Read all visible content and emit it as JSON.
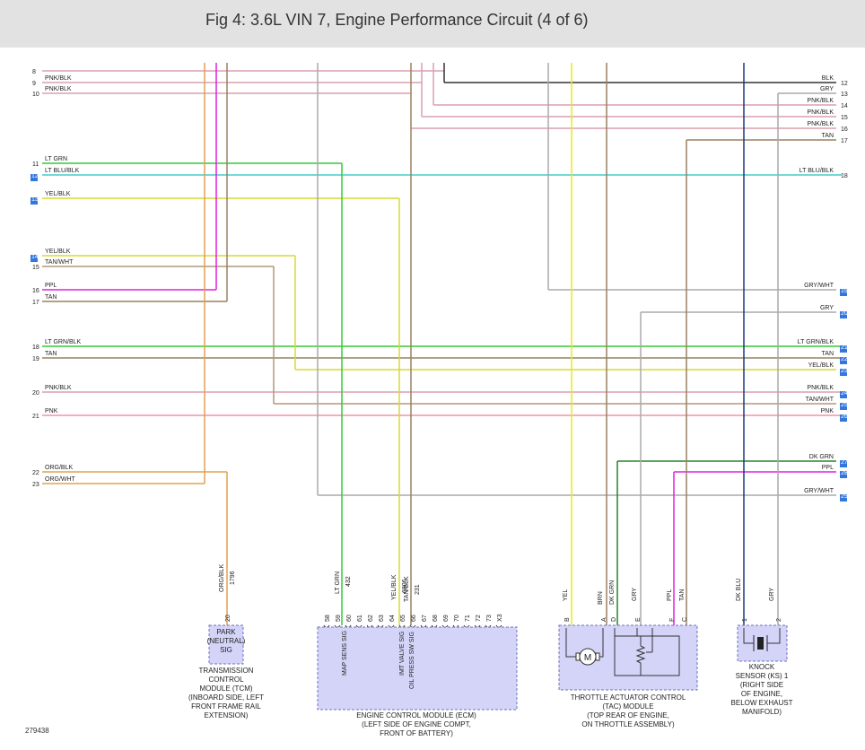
{
  "title": "Fig 4: 3.6L VIN 7, Engine Performance Circuit (4 of 6)",
  "figure_id": "279438",
  "left_rows": [
    {
      "num": "8",
      "label": "PNK/BLK",
      "color": "#d9a0b0"
    },
    {
      "num": "9",
      "label": "PNK/BLK",
      "color": "#d9a0b0"
    },
    {
      "num": "10",
      "label": "PNK/BLK",
      "color": "#d9a0b0"
    },
    {
      "num": "11",
      "label": "LT GRN",
      "color": "#33cc33"
    },
    {
      "num": "12",
      "label": "LT BLU/BLK",
      "color": "#44cccc",
      "marker": true
    },
    {
      "num": "13",
      "label": "YEL/BLK",
      "color": "#d8d830",
      "marker": true
    },
    {
      "num": "14",
      "label": "YEL/BLK",
      "color": "#d8d830",
      "marker": true
    },
    {
      "num": "15",
      "label": "TAN/WHT",
      "color": "#b09878"
    },
    {
      "num": "16",
      "label": "PPL",
      "color": "#e020e0"
    },
    {
      "num": "17",
      "label": "TAN",
      "color": "#9a8060"
    },
    {
      "num": "18",
      "label": "LT GRN/BLK",
      "color": "#33cc33"
    },
    {
      "num": "19",
      "label": "TAN",
      "color": "#9a8060"
    },
    {
      "num": "20",
      "label": "PNK/BLK",
      "color": "#d9a0b0"
    },
    {
      "num": "21",
      "label": "PNK",
      "color": "#f090a8"
    },
    {
      "num": "22",
      "label": "ORG/BLK",
      "color": "#e0a050"
    },
    {
      "num": "23",
      "label": "ORG/WHT",
      "color": "#e0a050"
    }
  ],
  "right_rows": [
    {
      "num": "12",
      "label": "BLK",
      "color": "#333333"
    },
    {
      "num": "13",
      "label": "GRY",
      "color": "#aaaaaa"
    },
    {
      "num": "14",
      "label": "PNK/BLK",
      "color": "#d9a0b0"
    },
    {
      "num": "15",
      "label": "PNK/BLK",
      "color": "#d9a0b0"
    },
    {
      "num": "16",
      "label": "PNK/BLK",
      "color": "#d9a0b0"
    },
    {
      "num": "17",
      "label": "TAN",
      "color": "#9a8060"
    },
    {
      "num": "18",
      "label": "LT BLU/BLK",
      "color": "#44cccc"
    },
    {
      "num": "19",
      "label": "GRY/WHT",
      "color": "#aaaaaa",
      "marker": true
    },
    {
      "num": "20",
      "label": "GRY",
      "color": "#aaaaaa",
      "marker": true
    },
    {
      "num": "21",
      "label": "LT GRN/BLK",
      "color": "#33cc33",
      "marker": true
    },
    {
      "num": "22",
      "label": "TAN",
      "color": "#9a8060",
      "marker": true
    },
    {
      "num": "23",
      "label": "YEL/BLK",
      "color": "#d8d830",
      "marker": true
    },
    {
      "num": "24",
      "label": "PNK/BLK",
      "color": "#d9a0b0",
      "marker": true
    },
    {
      "num": "25",
      "label": "TAN/WHT",
      "color": "#b09878",
      "marker": true
    },
    {
      "num": "26",
      "label": "PNK",
      "color": "#f090a8",
      "marker": true
    },
    {
      "num": "27",
      "label": "DK GRN",
      "color": "#228822",
      "marker": true
    },
    {
      "num": "28",
      "label": "PPL",
      "color": "#e020e0",
      "marker": true
    },
    {
      "num": "29",
      "label": "GRY/WHT",
      "color": "#aaaaaa",
      "marker": true
    }
  ],
  "vertical_wires": [
    {
      "label": "ORG/BLK",
      "circuit": "1796"
    },
    {
      "label": "LT GRN",
      "circuit": "432"
    },
    {
      "label": "YEL/BLK",
      "circuit": "6806"
    },
    {
      "label": "TAN/BLK",
      "circuit": "231"
    },
    {
      "label": "YEL"
    },
    {
      "label": "BRN"
    },
    {
      "label": "DK GRN"
    },
    {
      "label": "GRY"
    },
    {
      "label": "PPL"
    },
    {
      "label": "TAN"
    },
    {
      "label": "DK BLU"
    },
    {
      "label": "GRY"
    }
  ],
  "ecm_pins": [
    "58",
    "59",
    "60",
    "61",
    "62",
    "63",
    "64",
    "65",
    "66",
    "67",
    "68",
    "69",
    "70",
    "71",
    "72",
    "73",
    "X3"
  ],
  "tac_pins": [
    "B",
    "A",
    "D",
    "E",
    "F",
    "C"
  ],
  "ks_pins": [
    "1",
    "2"
  ],
  "tcm_pin": "20",
  "components": {
    "tcm": {
      "box_lines": [
        "PARK",
        "(NEUTRAL)",
        "SIG"
      ],
      "lines": [
        "TRANSMISSION",
        "CONTROL",
        "MODULE (TCM)",
        "(INBOARD SIDE, LEFT",
        "FRONT FRAME RAIL",
        "EXTENSION)"
      ]
    },
    "ecm": {
      "signals": [
        "MAP SENS SIG",
        "IMT VALVE SIG",
        "OIL PRESS SW SIG"
      ],
      "lines": [
        "ENGINE CONTROL MODULE (ECM)",
        "(LEFT SIDE OF ENGINE COMPT,",
        "FRONT OF BATTERY)"
      ]
    },
    "tac": {
      "lines": [
        "THROTTLE ACTUATOR CONTROL",
        "(TAC) MODULE",
        "(TOP REAR OF ENGINE,",
        "ON THROTTLE ASSEMBLY)"
      ]
    },
    "ks": {
      "lines": [
        "KNOCK",
        "SENSOR (KS) 1",
        "(RIGHT SIDE",
        "OF ENGINE,",
        "BELOW EXHAUST",
        "MANIFOLD)"
      ]
    }
  },
  "motor_symbol": "M",
  "colors": {
    "header_bg": "#e2e2e2",
    "module_fill": "#d4d4f8",
    "module_stroke": "#7070c0",
    "marker": "#3377dd"
  }
}
